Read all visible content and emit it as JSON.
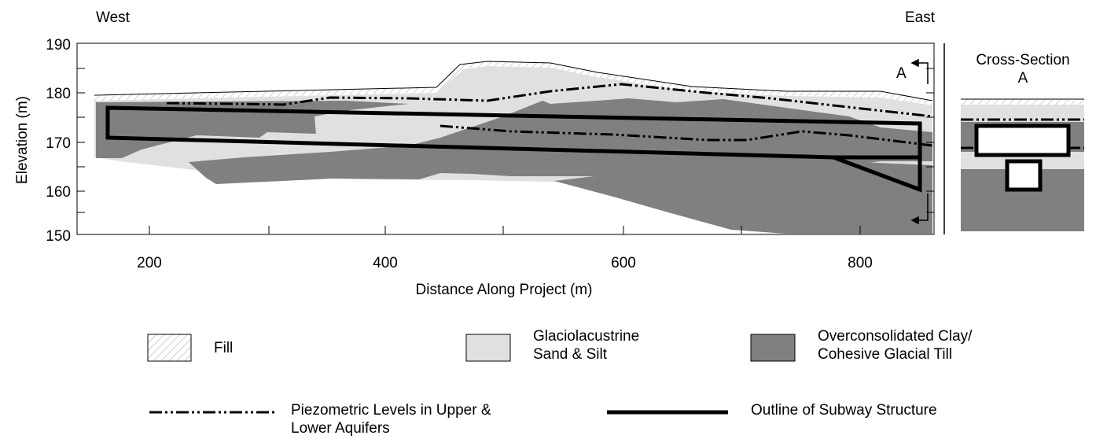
{
  "directions": {
    "west": "West",
    "east": "East"
  },
  "axes": {
    "ylabel": "Elevation (m)",
    "xlabel": "Distance Along Project (m)",
    "y_ticks": [
      "150",
      "160",
      "170",
      "180",
      "190"
    ],
    "x_ticks": [
      "200",
      "400",
      "600",
      "800"
    ]
  },
  "section_marker": {
    "top": "A"
  },
  "cross_section": {
    "title_line1": "Cross-Section",
    "title_line2": "A"
  },
  "legend": {
    "fill": "Fill",
    "glacio_line1": "Glaciolacustrine",
    "glacio_line2": "Sand & Silt",
    "clay_line1": "Overconsolidated Clay/",
    "clay_line2": "Cohesive Glacial Till",
    "piezo_line1": "Piezometric Levels in Upper &",
    "piezo_line2": "Lower Aquifers",
    "subway": "Outline of Subway Structure"
  },
  "colors": {
    "glacio": "#e0e0e0",
    "clay": "#808080",
    "fill_hatch": "#b8b8b8",
    "outline": "#000000"
  }
}
